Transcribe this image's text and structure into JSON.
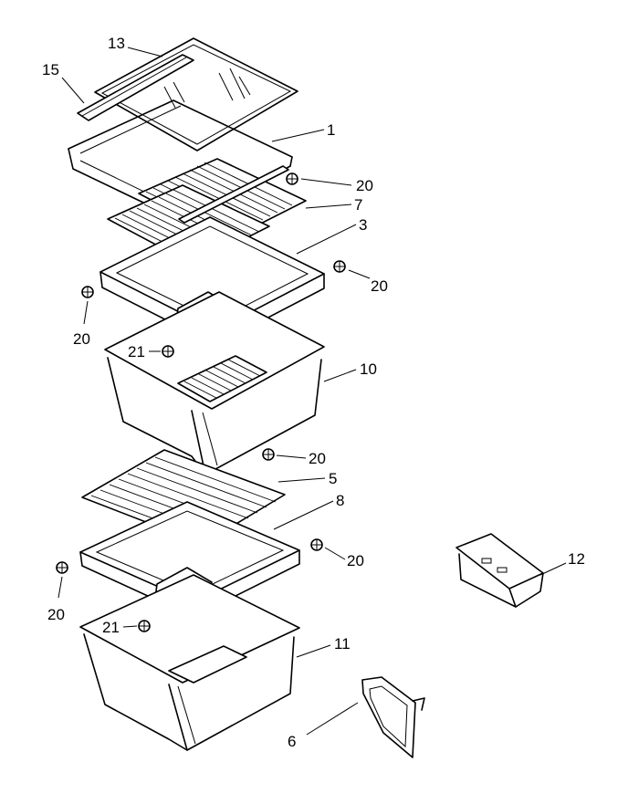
{
  "diagram": {
    "callouts": [
      {
        "id": "c13",
        "label": "13"
      },
      {
        "id": "c15",
        "label": "15"
      },
      {
        "id": "c1",
        "label": "1"
      },
      {
        "id": "c20a",
        "label": "20"
      },
      {
        "id": "c7",
        "label": "7"
      },
      {
        "id": "c3",
        "label": "3"
      },
      {
        "id": "c20b",
        "label": "20"
      },
      {
        "id": "c20c",
        "label": "20"
      },
      {
        "id": "c21a",
        "label": "21"
      },
      {
        "id": "c10",
        "label": "10"
      },
      {
        "id": "c20d",
        "label": "20"
      },
      {
        "id": "c5",
        "label": "5"
      },
      {
        "id": "c8",
        "label": "8"
      },
      {
        "id": "c20e",
        "label": "20"
      },
      {
        "id": "c12",
        "label": "12"
      },
      {
        "id": "c20f",
        "label": "20"
      },
      {
        "id": "c21b",
        "label": "21"
      },
      {
        "id": "c11",
        "label": "11"
      },
      {
        "id": "c6",
        "label": "6"
      }
    ]
  }
}
